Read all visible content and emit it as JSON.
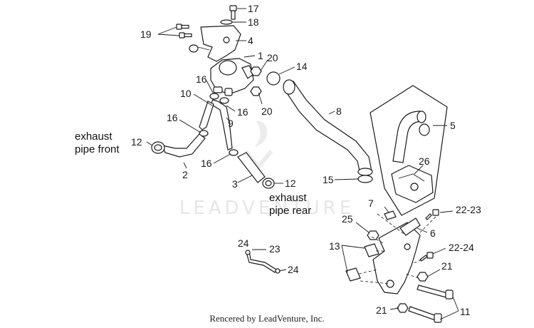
{
  "watermark": "LEADVENTURE",
  "credit": "Rencered by LeadVenture, Inc.",
  "notes": {
    "exhaust_front": [
      "exhaust",
      "pipe front"
    ],
    "exhaust_rear": [
      "exhaust",
      "pipe rear"
    ]
  },
  "callouts": {
    "c17": "17",
    "c18": "18",
    "c19": "19",
    "c4": "4",
    "c1": "1",
    "c20a": "20",
    "c14": "14",
    "c16a": "16",
    "c10": "10",
    "c16b": "16",
    "c9": "9",
    "c20b": "20",
    "c8": "8",
    "c16c": "16",
    "c12a": "12",
    "c2": "2",
    "c16d": "16",
    "c3": "3",
    "c12b": "12",
    "c15": "15",
    "c5": "5",
    "c26": "26",
    "c7": "7",
    "c25": "25",
    "c22_23": "22-23",
    "c6": "6",
    "c13": "13",
    "c22_24": "22-24",
    "c24a": "24",
    "c23": "23",
    "c24b": "24",
    "c21a": "21",
    "c21b": "21",
    "c11": "11"
  }
}
